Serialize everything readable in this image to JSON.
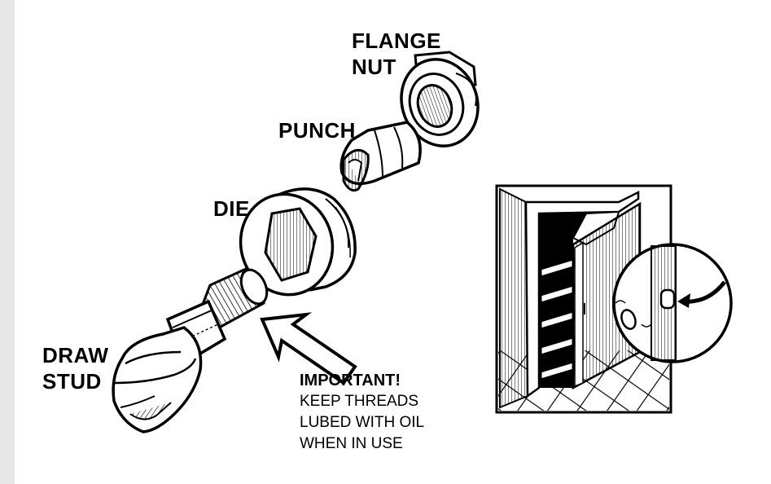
{
  "labels": {
    "flange_nut_line1": "FLANGE",
    "flange_nut_line2": "NUT",
    "punch": "PUNCH",
    "die": "DIE",
    "draw_stud_line1": "DRAW",
    "draw_stud_line2": "STUD"
  },
  "note": {
    "heading": "IMPORTANT!",
    "lines": [
      "KEEP THREADS",
      "LUBED WITH OIL",
      "WHEN IN USE"
    ]
  },
  "colors": {
    "ink": "#000000",
    "side_strip": "#e6e7e8",
    "background": "#ffffff"
  },
  "icons": {
    "flange_nut": "hex-flange-nut-illustration",
    "punch": "punch-illustration",
    "die": "die-ring-illustration",
    "draw_stud": "draw-stud-bolt-illustration",
    "arrow": "outline-arrow-icon",
    "cabinet": "storage-cabinet-illustration"
  }
}
